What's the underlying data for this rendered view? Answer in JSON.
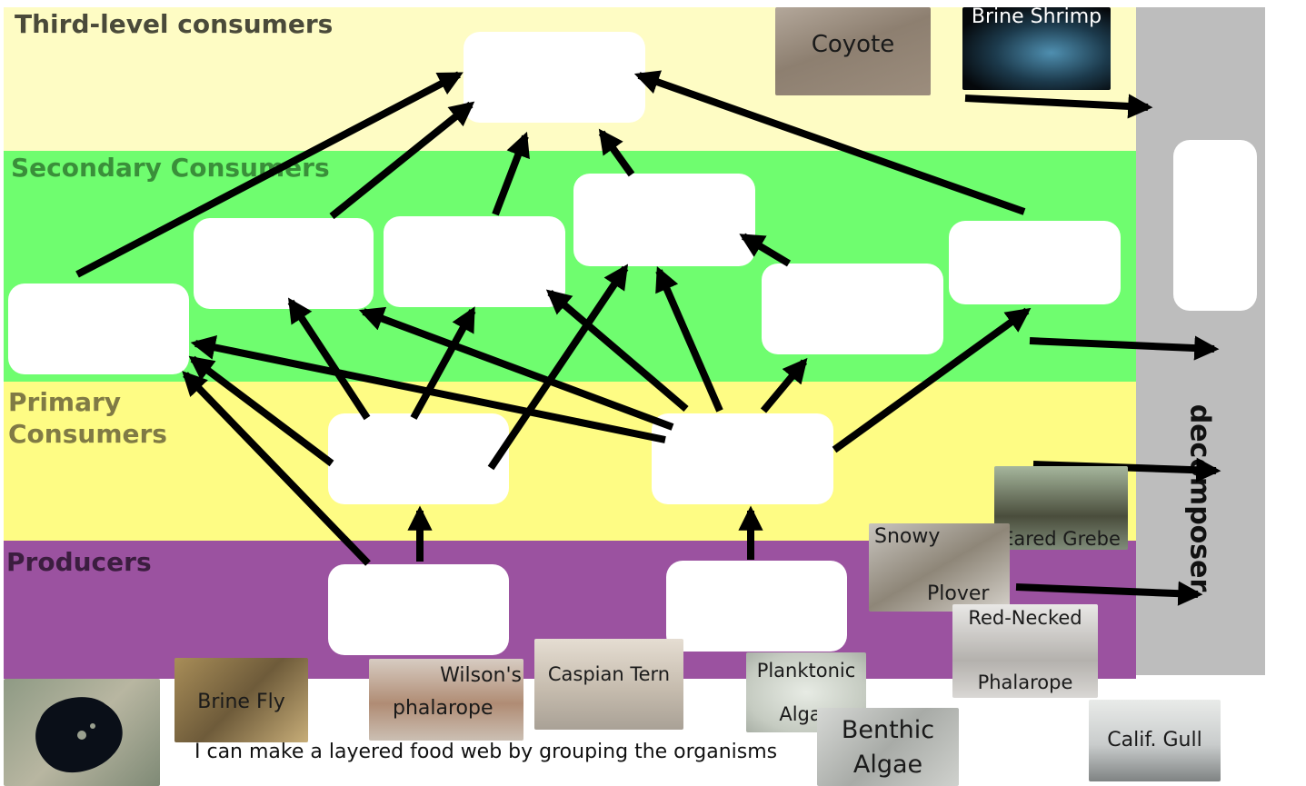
{
  "levels": {
    "third": "Third-level consumers",
    "secondary": "Secondary Consumers",
    "primary_line1": "Primary",
    "primary_line2": "Consumers",
    "producers": "Producers"
  },
  "decomposer": "decomposer",
  "organisms": {
    "coyote": "Coyote",
    "brine_shrimp": "Brine Shrimp",
    "eared_grebe": "Eared Grebe",
    "snowy_plover_1": "Snowy",
    "snowy_plover_2": "Plover",
    "red_necked_1": "Red-Necked",
    "red_necked_2": "Phalarope",
    "brine_fly": "Brine Fly",
    "wilsons_1": "Wilson's",
    "wilsons_2": "phalarope",
    "caspian_tern": "Caspian Tern",
    "planktonic_1": "Planktonic",
    "planktonic_2": "Algae",
    "benthic_1": "Benthic",
    "benthic_2": "Algae",
    "calif_gull": "Calif. Gull"
  },
  "caption": "I can make a layered food web by grouping the organisms",
  "colors": {
    "third_band": "#fefcc4",
    "secondary_band": "#6ffd6f",
    "primary_band": "#fefc84",
    "producers_band": "#9b52a0",
    "decomposer_bar": "#bdbdbd",
    "arrow": "#000000"
  }
}
